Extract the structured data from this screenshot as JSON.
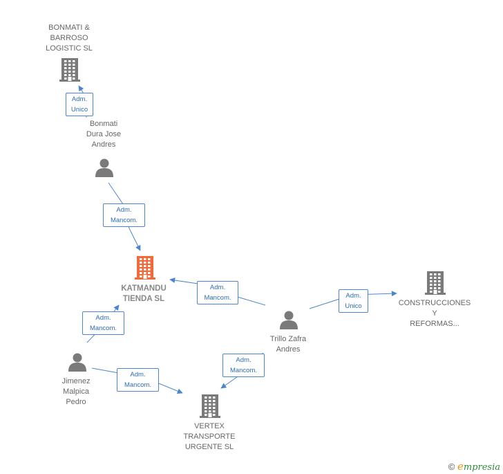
{
  "nodes": [
    {
      "id": "bonmati-barroso",
      "kind": "company",
      "label_lines": [
        "BONMATI &",
        "BARROSO",
        "LOGISTIC  SL"
      ]
    },
    {
      "id": "bonmati-dura",
      "kind": "person",
      "label_lines": [
        "Bonmati",
        "Dura Jose",
        "Andres"
      ]
    },
    {
      "id": "katmandu",
      "kind": "company-main",
      "label_lines": [
        "KATMANDU",
        "TIENDA  SL"
      ]
    },
    {
      "id": "jimenez",
      "kind": "person",
      "label_lines": [
        "Jimenez",
        "Malpica",
        "Pedro"
      ]
    },
    {
      "id": "trillo",
      "kind": "person",
      "label_lines": [
        "Trillo Zafra",
        "Andres"
      ]
    },
    {
      "id": "construcciones",
      "kind": "company",
      "label_lines": [
        "CONSTRUCCIONES",
        "Y",
        "REFORMAS..."
      ]
    },
    {
      "id": "vertex",
      "kind": "company",
      "label_lines": [
        "VERTEX",
        "TRANSPORTE",
        "URGENTE SL"
      ]
    }
  ],
  "edges": [
    {
      "from": "bonmati-dura",
      "to": "bonmati-barroso",
      "label_lines": [
        "Adm.",
        "Unico"
      ]
    },
    {
      "from": "bonmati-dura",
      "to": "katmandu",
      "label_lines": [
        "Adm.",
        "Mancom."
      ]
    },
    {
      "from": "jimenez",
      "to": "katmandu",
      "label_lines": [
        "Adm.",
        "Mancom."
      ]
    },
    {
      "from": "trillo",
      "to": "katmandu",
      "label_lines": [
        "Adm.",
        "Mancom."
      ]
    },
    {
      "from": "trillo",
      "to": "construcciones",
      "label_lines": [
        "Adm.",
        "Unico"
      ]
    },
    {
      "from": "trillo",
      "to": "vertex",
      "label_lines": [
        "Adm.",
        "Mancom."
      ]
    },
    {
      "from": "jimenez",
      "to": "vertex",
      "label_lines": [
        "Adm.",
        "Mancom."
      ]
    }
  ],
  "colors": {
    "edge": "#4a86d0",
    "company": "#7a7a7a",
    "main_company": "#f26a3a",
    "person": "#7a7a7a"
  },
  "footer": {
    "copyright_symbol": "©",
    "brand_first": "e",
    "brand_rest": "mpresia"
  }
}
